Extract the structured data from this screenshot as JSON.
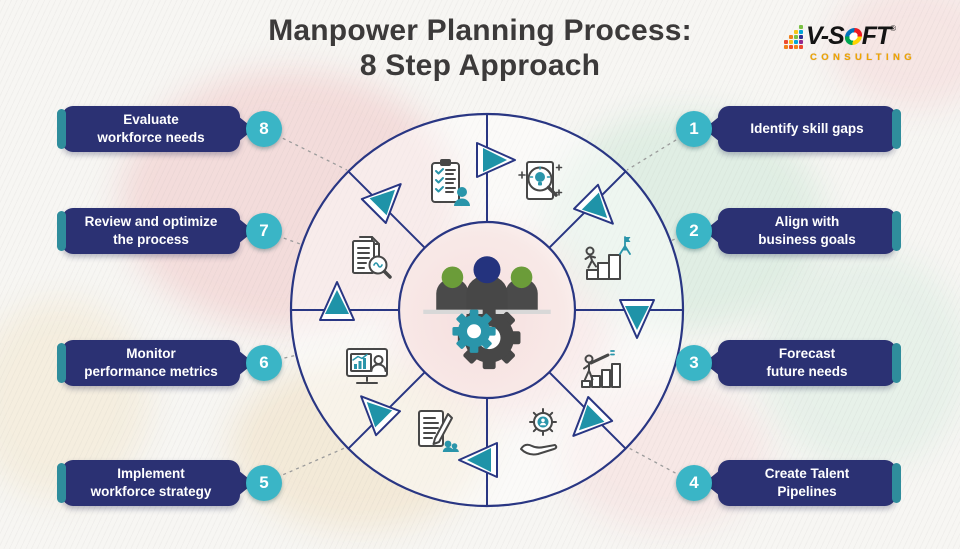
{
  "title": {
    "line1": "Manpower Planning Process:",
    "line2": "8 Step Approach"
  },
  "logo": {
    "prefix": "V-S",
    "suffix": "FT",
    "reg": "®",
    "sub": "CONSULTING"
  },
  "steps": [
    {
      "number": "1",
      "label": "Identify skill gaps",
      "icon": "document-idea-magnifier-icon"
    },
    {
      "number": "2",
      "label": "Align with\nbusiness goals",
      "icon": "career-stairs-goal-icon"
    },
    {
      "number": "3",
      "label": "Forecast\nfuture needs",
      "icon": "telescope-growth-chart-icon"
    },
    {
      "number": "4",
      "label": "Create Talent\nPipelines",
      "icon": "hand-gear-talent-icon"
    },
    {
      "number": "5",
      "label": "Implement\nworkforce strategy",
      "icon": "strategy-document-pencil-icon"
    },
    {
      "number": "6",
      "label": "Monitor\nperformance metrics",
      "icon": "monitor-analytics-icon"
    },
    {
      "number": "7",
      "label": "Review and optimize\nthe process",
      "icon": "document-review-magnifier-icon"
    },
    {
      "number": "8",
      "label": "Evaluate\nworkforce needs",
      "icon": "checklist-clipboard-icon"
    }
  ],
  "center": {
    "icon": "team-gear-emblem"
  },
  "colors": {
    "pill_navy": "#2b3173",
    "accent_teal": "#3ab5c6",
    "teal_strip": "#2f8d9c",
    "arrow_teal": "#1f93a8",
    "wheel_navy": "#293683",
    "title_text": "#3c3a3a",
    "logo_gold": "#f0a400",
    "head_green": "#6b9c39",
    "head_navy": "#24337e"
  }
}
